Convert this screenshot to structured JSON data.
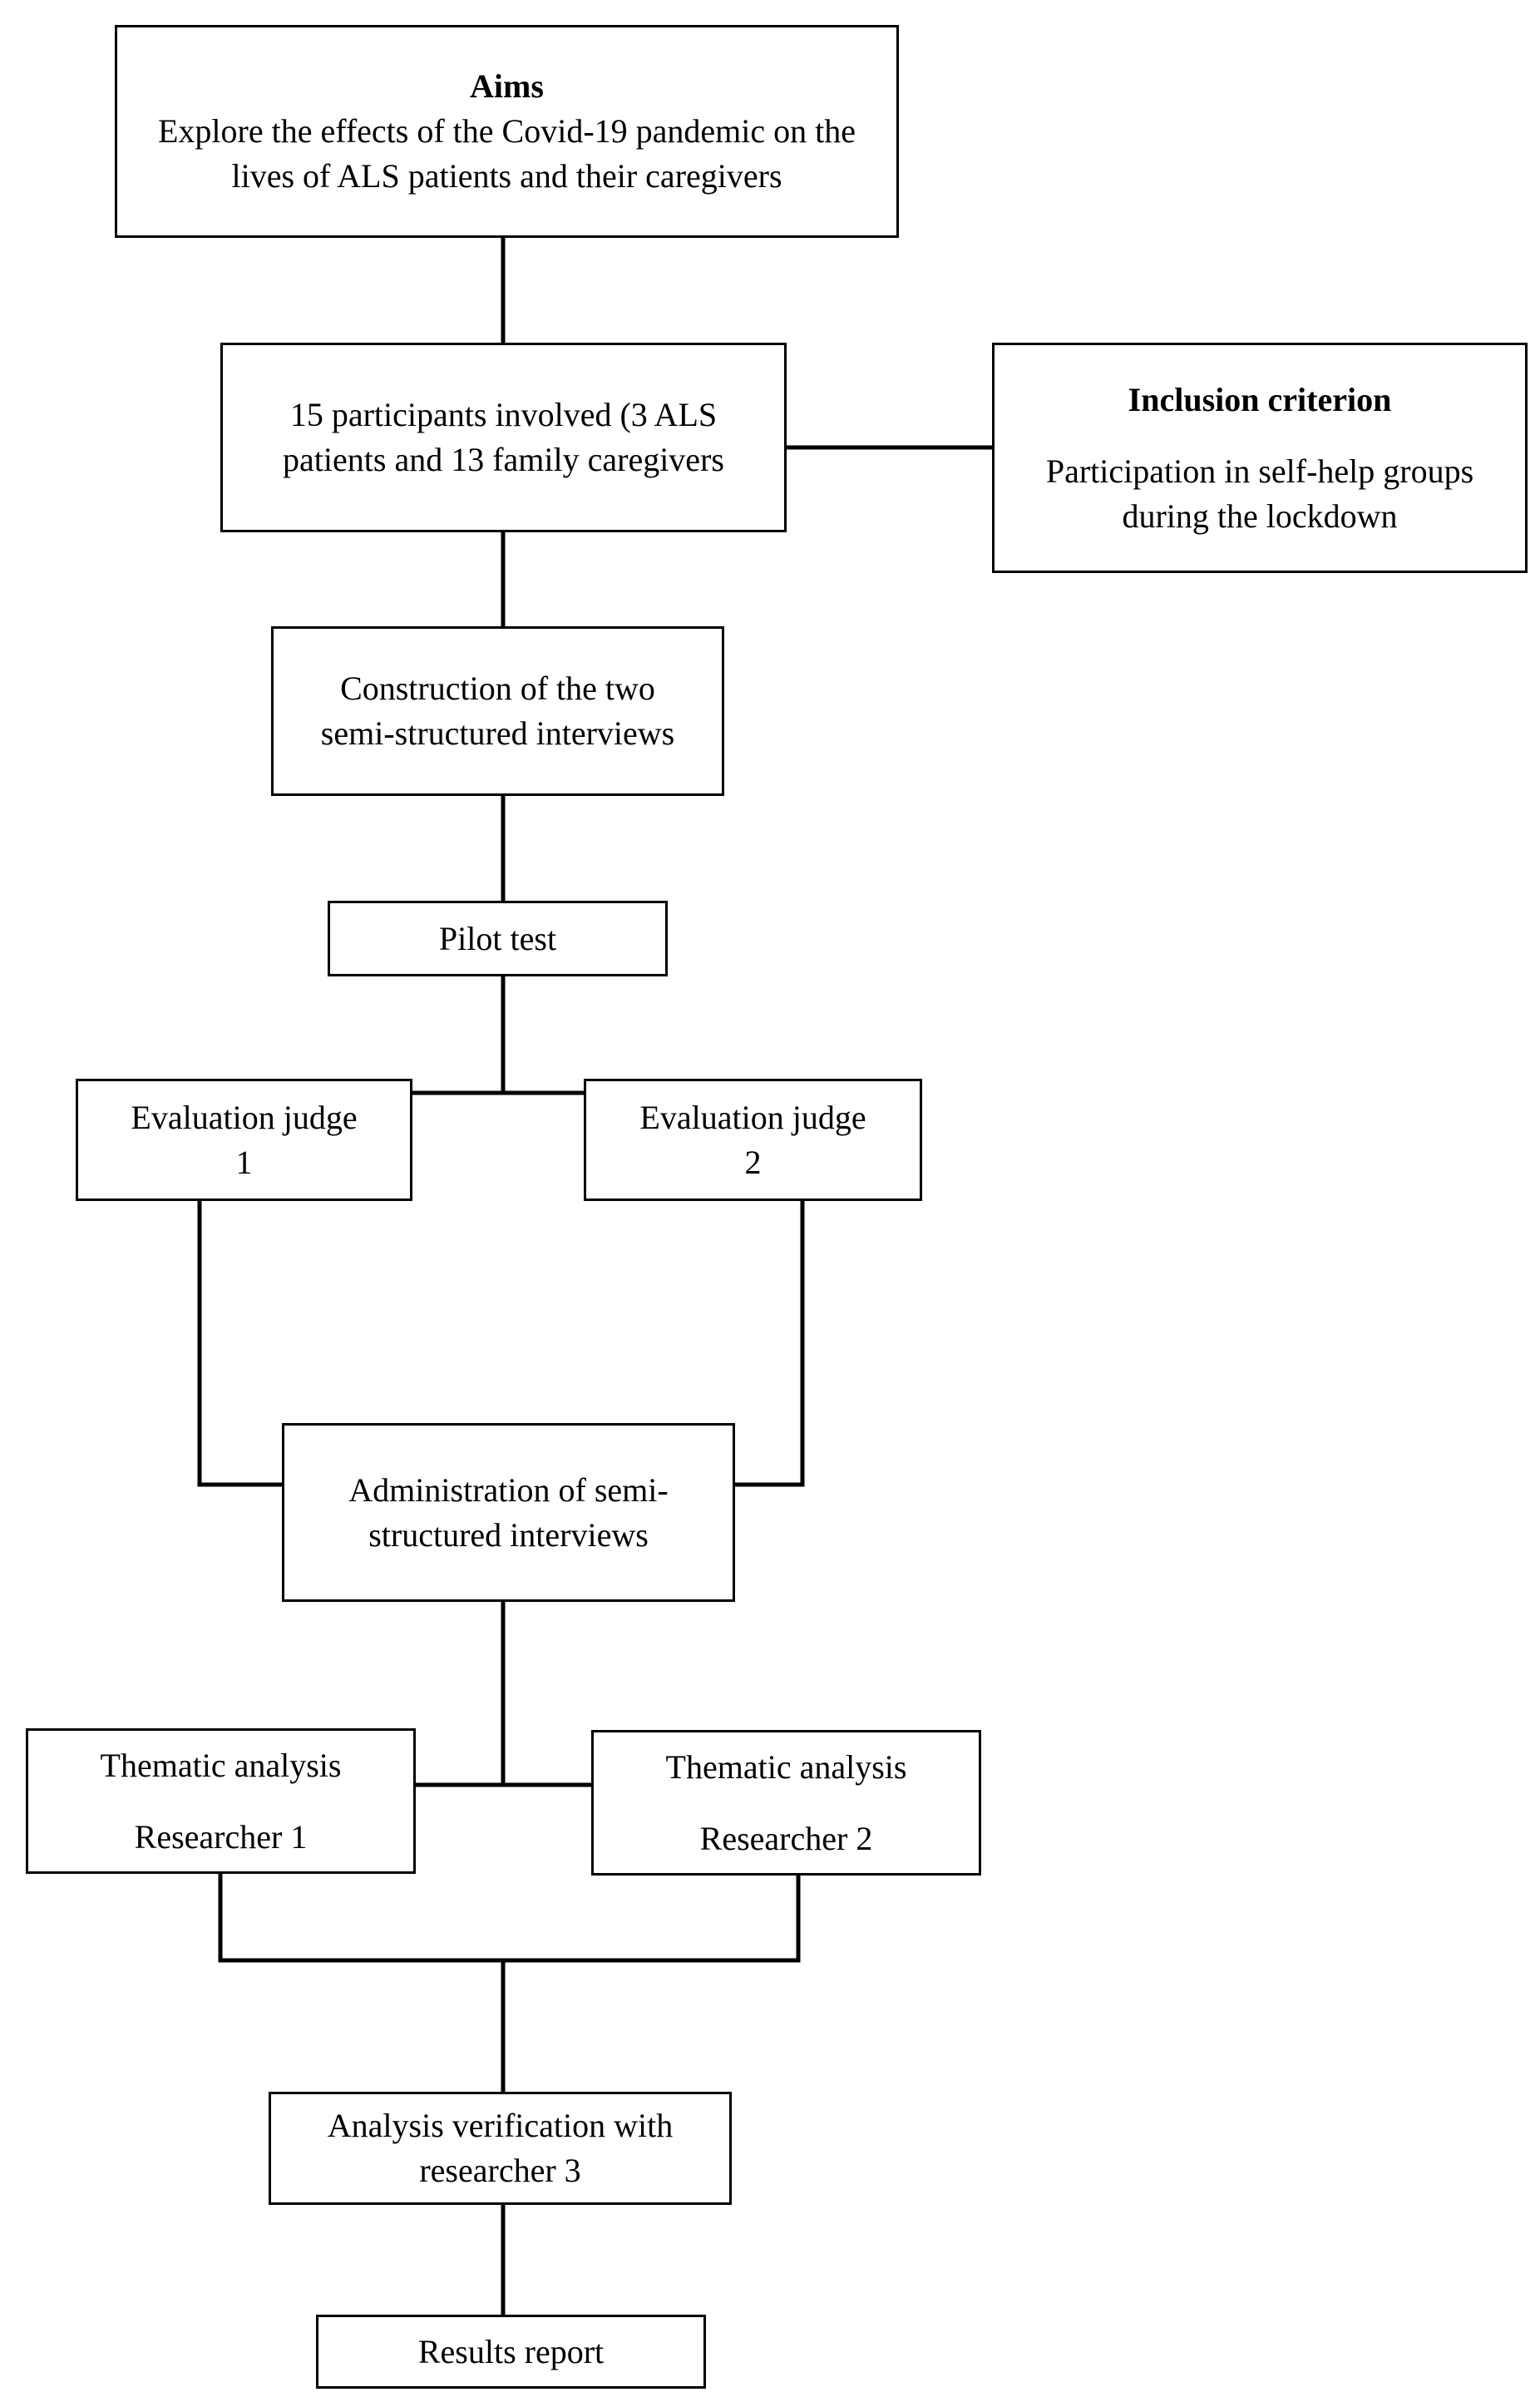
{
  "aims": {
    "title": "Aims",
    "text": "Explore the effects of the Covid-19 pandemic on the lives of ALS patients and their caregivers"
  },
  "participants": {
    "text": "15 participants involved (3 ALS patients and 13 family caregivers"
  },
  "inclusion": {
    "title": "Inclusion criterion",
    "text": "Participation in self-help groups during the lockdown"
  },
  "construction": {
    "text": "Construction of the two semi-structured interviews"
  },
  "pilot": {
    "text": "Pilot test"
  },
  "judge1": {
    "text": "Evaluation judge 1"
  },
  "judge2": {
    "text": "Evaluation judge 2"
  },
  "administration": {
    "text": "Administration of semi-structured interviews"
  },
  "thematic1": {
    "title": "Thematic analysis",
    "text": "Researcher 1"
  },
  "thematic2": {
    "title": "Thematic analysis",
    "text": "Researcher 2"
  },
  "verification": {
    "text": "Analysis verification with researcher 3"
  },
  "results": {
    "text": "Results report"
  }
}
